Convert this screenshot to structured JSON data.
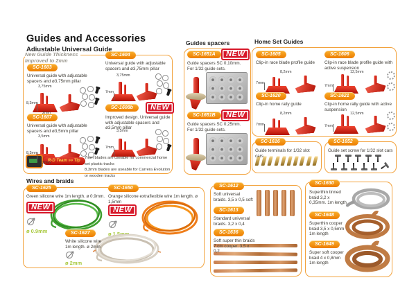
{
  "page": {
    "title": "Guides and Accessories",
    "subtitle": "Adjustable Universal Guide",
    "note_line1": "New Guide Thickness",
    "note_line2": "Improved to 2mm",
    "new_label": "NEW",
    "tip": {
      "badge": "R-D Team »» Tip",
      "line1": "7mm blades are useable for commercial home set plastic tracks",
      "line2": "8,3mm blades are useable for Carrera Evolution or wooden tracks"
    }
  },
  "sections": {
    "spacers": "Guides spacers",
    "home_set": "Home Set Guides",
    "wires": "Wires and braids"
  },
  "colors": {
    "accent_orange": "#F2A23C",
    "badge_orange": "#ED7D00",
    "new_red": "#D7182A",
    "guide_red": "#D6281C",
    "diameter_green": "#A9C93F"
  },
  "products": {
    "sc1603": {
      "code": "SC-1603",
      "desc": "Universal guide with adjustable spacers and ø3,75mm pillar",
      "dim_top": "3,75mm",
      "dim_left": "8,3mm",
      "dim_bottom": "2mm"
    },
    "sc1604": {
      "code": "SC-1604",
      "desc": "Universal guide with adjustable spacers and ø3,75mm pillar",
      "dim_top": "3,75mm",
      "dim_left": "7mm"
    },
    "sc1607": {
      "code": "SC-1607",
      "desc": "Universal guide with adjustable spacers and ø3,5mm pillar",
      "dim_top": "3,5mm",
      "dim_left": "8,3mm",
      "dim_bottom": "2mm"
    },
    "sc1608b": {
      "code": "SC-1608b",
      "desc": "Improved design. Universal guide with adjustable spacers and ø3,5mm pillar",
      "dim_top": "3,5mm",
      "dim_left": "7mm"
    },
    "sc1651a": {
      "code": "SC-1651A",
      "desc": "Guide spacers SC 0,10mm. For 1/32 guide sets."
    },
    "sc1651b": {
      "code": "SC-1651B",
      "desc": "Guide spacers SC 0,25mm. For 1/32 guide sets."
    },
    "sc1605": {
      "code": "SC-1605",
      "desc": "Clip-in race blade profile guide",
      "dim_top": "8,2mm",
      "dim_left": "7mm"
    },
    "sc1606": {
      "code": "SC-1606",
      "desc": "Clip-in race blade profile guide with active suspension",
      "dim_top": "12,5mm",
      "dim_left": "7mm"
    },
    "sc1620": {
      "code": "SC-1620",
      "desc": "Clip-in home rally guide",
      "dim_top": "8,2mm",
      "dim_left": "7mm"
    },
    "sc1621": {
      "code": "SC-1621",
      "desc": "Clip-in home rally guide with active suspension",
      "dim_top": "12,5mm",
      "dim_left": "7mm"
    },
    "sc1616": {
      "code": "SC-1616",
      "desc": "Guide terminals for 1/32 slot cars"
    },
    "sc1652": {
      "code": "SC-1652",
      "desc": "Guide set screw for 1/32 slot cars"
    },
    "sc1625": {
      "code": "SC-1625",
      "desc": "Green silicone wire 1m length. ø 0.9mm.",
      "dia": "ø 0.9mm"
    },
    "sc1650": {
      "code": "SC-1650",
      "desc": "Orange silicone extraflexible wire 1m length. ø 1,5mm",
      "dia": "ø 1.5mm"
    },
    "sc1627": {
      "code": "SC-1627",
      "desc": "White silicone wire 1m length. ø 2mm",
      "dia": "ø 2mm"
    },
    "sc1612": {
      "code": "SC-1612",
      "desc": "Soft universal braids. 3,5 x 0,5 soft"
    },
    "sc1613": {
      "code": "SC-1613",
      "desc": "Standard universal braids. 3,2 x 0,4"
    },
    "sc1636": {
      "code": "SC-1636",
      "desc": "Soft super thin braids 7 cm cooper. 3,5 x 0,2"
    },
    "sc1630": {
      "code": "SC-1630",
      "desc": "Superthin tinned braid 3,2 x 0,35mm. 1m length"
    },
    "sc1648": {
      "code": "SC-1648",
      "desc": "Superthin cooper braid 3,5 x 0,5mm 1m length"
    },
    "sc1649": {
      "code": "SC-1649",
      "desc": "Super soft cooper braid 4 x 0,8mm 1m length"
    }
  }
}
